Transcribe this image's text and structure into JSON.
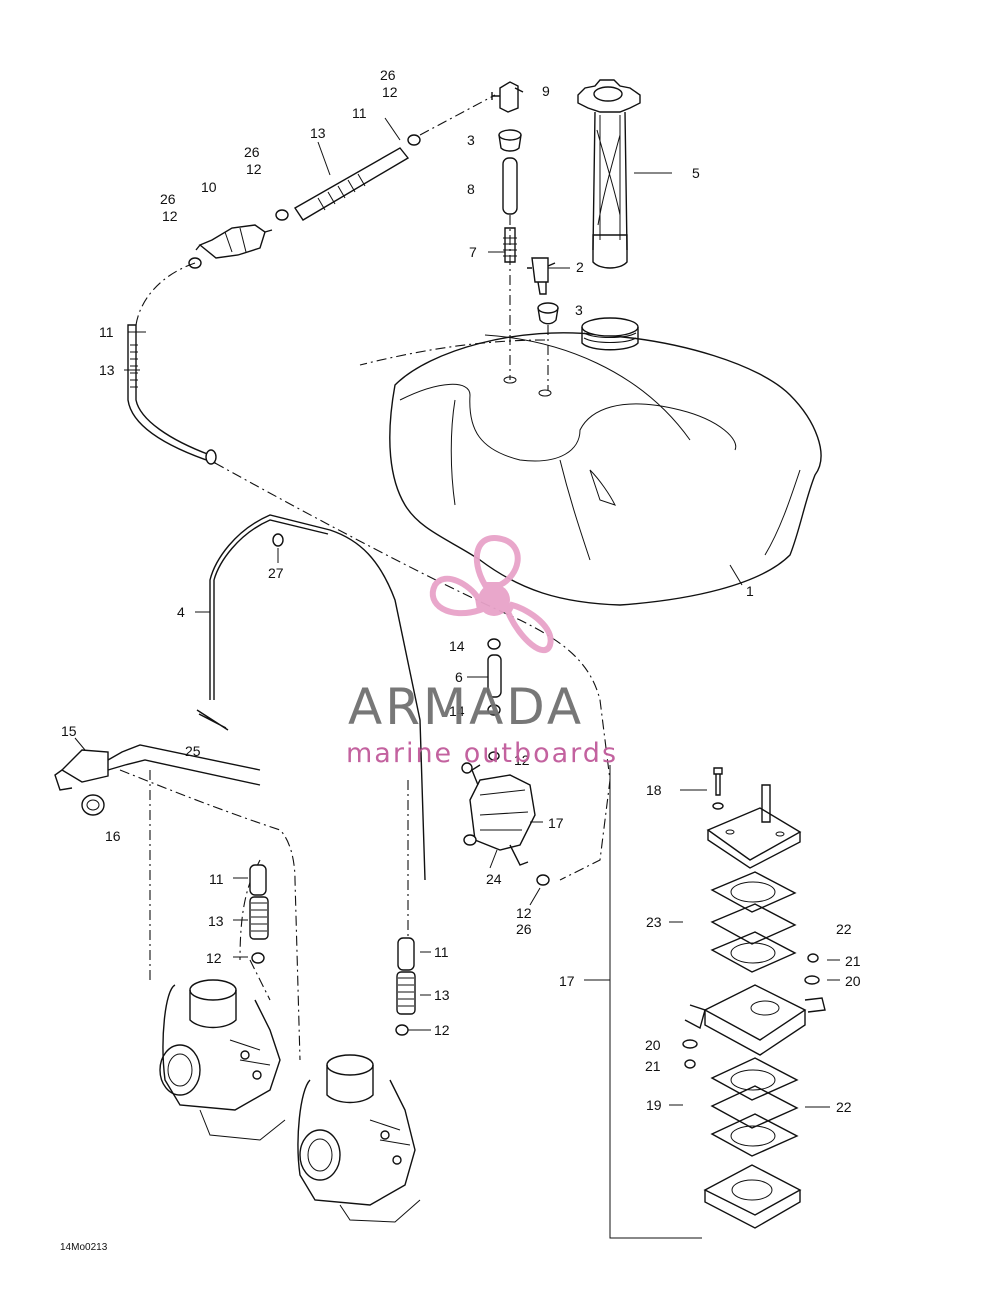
{
  "callouts": [
    {
      "id": "c-26a",
      "text": "26"
    },
    {
      "id": "c-12a",
      "text": "12"
    },
    {
      "id": "c-9",
      "text": "9"
    },
    {
      "id": "c-11a",
      "text": "11"
    },
    {
      "id": "c-13a",
      "text": "13"
    },
    {
      "id": "c-3a",
      "text": "3"
    },
    {
      "id": "c-5",
      "text": "5"
    },
    {
      "id": "c-26b",
      "text": "26"
    },
    {
      "id": "c-12b",
      "text": "12"
    },
    {
      "id": "c-8",
      "text": "8"
    },
    {
      "id": "c-26c",
      "text": "26"
    },
    {
      "id": "c-12c",
      "text": "12"
    },
    {
      "id": "c-10",
      "text": "10"
    },
    {
      "id": "c-7",
      "text": "7"
    },
    {
      "id": "c-2",
      "text": "2"
    },
    {
      "id": "c-3b",
      "text": "3"
    },
    {
      "id": "c-11b",
      "text": "11"
    },
    {
      "id": "c-13b",
      "text": "13"
    },
    {
      "id": "c-1",
      "text": "1"
    },
    {
      "id": "c-27",
      "text": "27"
    },
    {
      "id": "c-4",
      "text": "4"
    },
    {
      "id": "c-14a",
      "text": "14"
    },
    {
      "id": "c-6",
      "text": "6"
    },
    {
      "id": "c-14b",
      "text": "14"
    },
    {
      "id": "c-15",
      "text": "15"
    },
    {
      "id": "c-25",
      "text": "25"
    },
    {
      "id": "c-12d",
      "text": "12"
    },
    {
      "id": "c-16",
      "text": "16"
    },
    {
      "id": "c-18",
      "text": "18"
    },
    {
      "id": "c-17a",
      "text": "17"
    },
    {
      "id": "c-11c",
      "text": "11"
    },
    {
      "id": "c-24",
      "text": "24"
    },
    {
      "id": "c-12e",
      "text": "12"
    },
    {
      "id": "c-26d",
      "text": "26"
    },
    {
      "id": "c-13c",
      "text": "13"
    },
    {
      "id": "c-23",
      "text": "23"
    },
    {
      "id": "c-22a",
      "text": "22"
    },
    {
      "id": "c-11d",
      "text": "11"
    },
    {
      "id": "c-21a",
      "text": "21"
    },
    {
      "id": "c-12f",
      "text": "12"
    },
    {
      "id": "c-17b",
      "text": "17"
    },
    {
      "id": "c-20a",
      "text": "20"
    },
    {
      "id": "c-13d",
      "text": "13"
    },
    {
      "id": "c-12g",
      "text": "12"
    },
    {
      "id": "c-20b",
      "text": "20"
    },
    {
      "id": "c-21b",
      "text": "21"
    },
    {
      "id": "c-19",
      "text": "19"
    },
    {
      "id": "c-22b",
      "text": "22"
    }
  ],
  "figure_code": "14Mo0213",
  "watermark": {
    "title": "ARMADA",
    "subtitle": "marine outboards",
    "colors": {
      "logo": "#e8a3c9",
      "title": "#707070",
      "subtitle": "#c05a9a"
    }
  }
}
